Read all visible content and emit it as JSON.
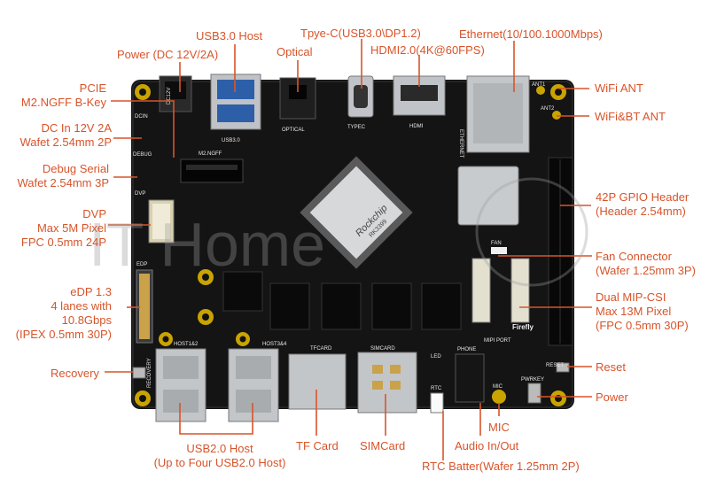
{
  "callouts": {
    "power_dc": "Power (DC 12V/2A)",
    "usb3_host": "USB3.0 Host",
    "optical": "Optical",
    "typec": "Tpye-C(USB3.0\\DP1.2)",
    "hdmi": "HDMI2.0(4K@60FPS)",
    "ethernet": "Ethernet(10/100.1000Mbps)",
    "pcie_1": "PCIE",
    "pcie_2": "M2.NGFF B-Key",
    "dcin_1": "DC In 12V 2A",
    "dcin_2": "Wafet 2.54mm 2P",
    "debug_1": "Debug Serial",
    "debug_2": "Wafet 2.54mm 3P",
    "dvp_1": "DVP",
    "dvp_2": "Max 5M Pixel",
    "dvp_3": "FPC 0.5mm 24P",
    "edp_1": "eDP 1.3",
    "edp_2": "4 lanes with",
    "edp_3": "10.8Gbps",
    "edp_4": "(IPEX 0.5mm 30P)",
    "recovery": "Recovery",
    "usb2_1": "USB2.0 Host",
    "usb2_2": "(Up to Four USB2.0 Host)",
    "tf_card": "TF Card",
    "simcard": "SIMCard",
    "rtc": "RTC Batter(Wafer 1.25mm 2P)",
    "audio": "Audio In/Out",
    "mic": "MIC",
    "wifi_ant": "WiFi ANT",
    "wifi_bt_ant": "WiFi&BT ANT",
    "gpio_1": "42P GPIO Header",
    "gpio_2": "(Header 2.54mm)",
    "fan_1": "Fan Connector",
    "fan_2": "(Wafer 1.25mm 3P)",
    "csi_1": "Dual MIP-CSI",
    "csi_2": "Max 13M Pixel",
    "csi_3": "(FPC 0.5mm 30P)",
    "reset": "Reset",
    "power": "Power"
  },
  "silkscreen": {
    "usb30": "USB3.0",
    "optical": "OPTICAL",
    "typec": "TYPEC",
    "hdmi": "HDMI",
    "ethernet": "ETHERNET",
    "m2ngff": "M2.NGFF",
    "dcin": "DCIN",
    "debug": "DEBUG",
    "dvp": "DVP",
    "edp": "EDP",
    "host12": "HOST1&2",
    "host34": "HOST3&4",
    "tfcard": "TFCARD",
    "simcard": "SIMCARD",
    "phone": "PHONE",
    "mipi": "MIPI PORT",
    "recovery": "RECOVERY",
    "reset": "RESET",
    "pwrkey": "PWRKEY",
    "rtc": "RTC",
    "mic": "MIC",
    "ant1": "ANT1",
    "ant2": "ANT2",
    "led": "LED",
    "fan": "FAN",
    "soc_brand": "Rockchip",
    "soc_model": "RK3399",
    "firefly": "Firefly",
    "dc12": "DC12V"
  },
  "watermark": "IT Home",
  "colors": {
    "label": "#d8542a",
    "board": "#141414",
    "silk": "#e8e8e8"
  }
}
